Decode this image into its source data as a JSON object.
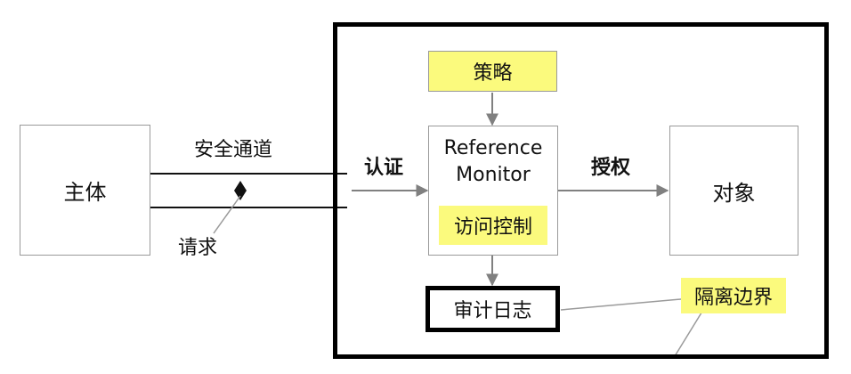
{
  "subject": "主体",
  "channel": "安全通道",
  "request": "请求",
  "authentication": "认证",
  "authorization": "授权",
  "policy": "策略",
  "reference_monitor": {
    "line1": "Reference",
    "line2": "Monitor"
  },
  "access_control": "访问控制",
  "object": "对象",
  "audit_log": "审计日志",
  "isolation_boundary": "隔离边界",
  "colors": {
    "highlight": "#fbfa7d",
    "arrow": "#808080",
    "boundary": "#000000"
  }
}
